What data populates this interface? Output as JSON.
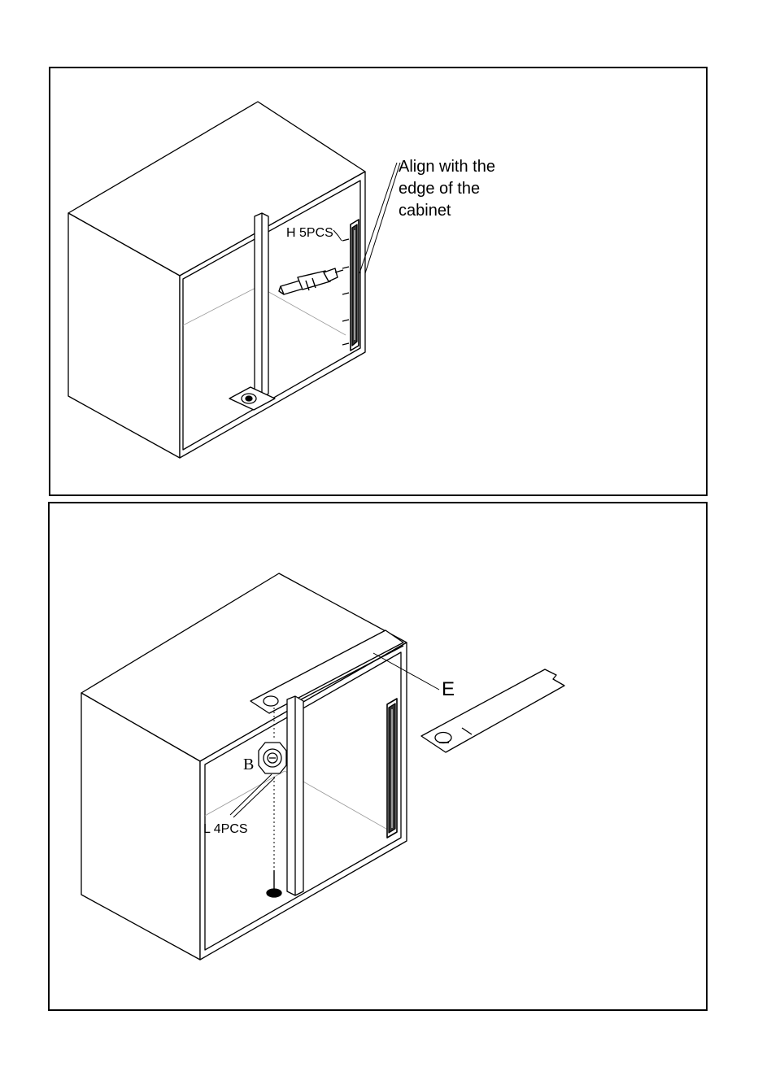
{
  "step1": {
    "callout_line1": "Align with the",
    "callout_line2": "edge of the",
    "callout_line3": "cabinet",
    "screw_label": "H 5PCS"
  },
  "step2": {
    "part_e_label": "E",
    "part_b_label": "B",
    "screw_label": "L 4PCS"
  }
}
